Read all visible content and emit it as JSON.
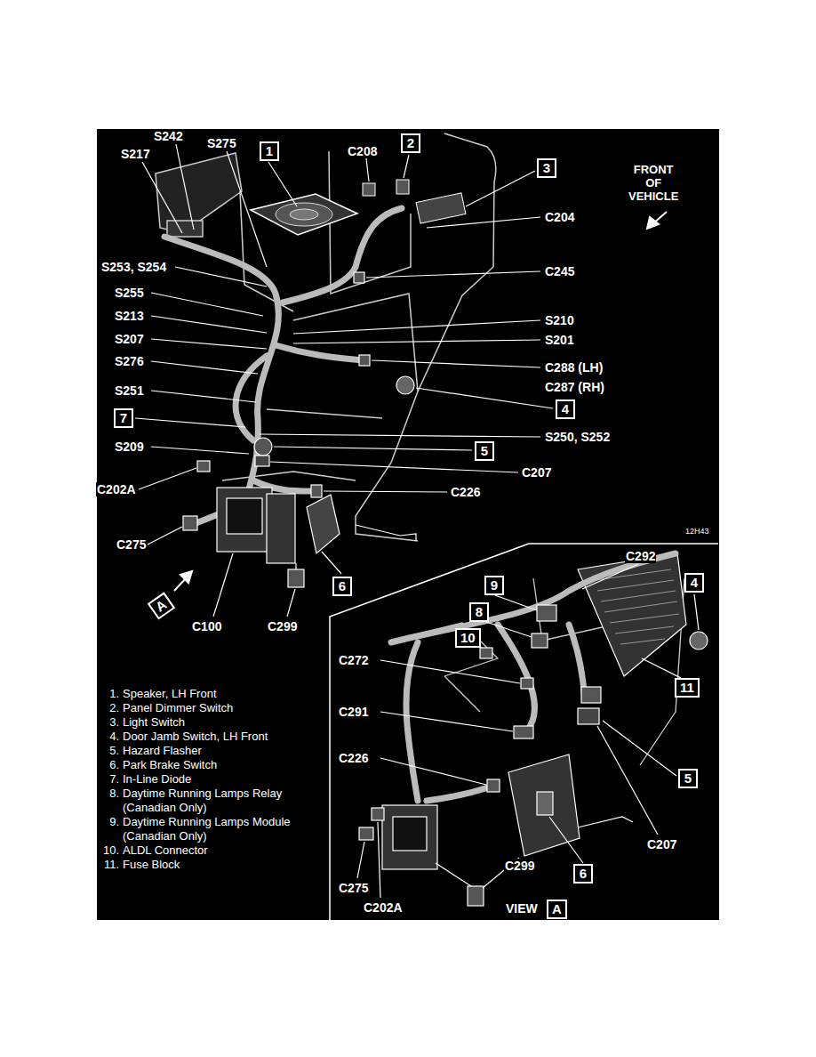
{
  "diagram": {
    "nodes": [
      {
        "text": [
          "1"
        ]
      },
      {
        "text": [
          "2"
        ]
      },
      {
        "text": [
          "3"
        ]
      },
      {
        "text": [
          "4"
        ]
      },
      {
        "text": [
          "7"
        ]
      },
      {
        "text": [
          "5"
        ]
      },
      {
        "text": [
          "6"
        ]
      },
      {
        "text": [
          "A"
        ]
      },
      {
        "text": [
          "9"
        ]
      },
      {
        "text": [
          "4"
        ]
      },
      {
        "text": [
          "8"
        ]
      },
      {
        "text": [
          "10"
        ]
      },
      {
        "text": [
          "11"
        ]
      },
      {
        "text": [
          "5"
        ]
      },
      {
        "text": [
          "6"
        ]
      },
      {
        "text": [
          "A"
        ]
      }
    ],
    "labels": [
      "S242",
      "S217",
      "S275",
      "C208",
      "FRONT OF VEHICLE",
      "C204",
      "S253, S254",
      "C245",
      "S255",
      "S213",
      "S210",
      "S207",
      "S201",
      "S276",
      "C288 (LH)",
      "C287 (RH)",
      "S251",
      "S250, S252",
      "S209",
      "C207",
      "C202A",
      "C226",
      "C275",
      "12H43",
      "C100",
      "C299",
      "C292",
      "C272",
      "C291",
      "C226",
      "C207",
      "C275",
      "C202A",
      "C299",
      "VIEW",
      "1.",
      "Speaker, LH Front",
      "2.",
      "Panel Dimmer Switch",
      "3.",
      "Light Switch",
      "4.",
      "Door Jamb Switch, LH Front",
      "5.",
      "Hazard Flasher",
      "6.",
      "Park Brake Switch",
      "7.",
      "In-Line Diode",
      "8.",
      "Daytime Running Lamps Relay (Canadian Only)",
      "9.",
      "Daytime Running Lamps Module (Canadian Only)",
      "10.",
      "ALDL Connector",
      "11.",
      "Fuse Block"
    ]
  }
}
